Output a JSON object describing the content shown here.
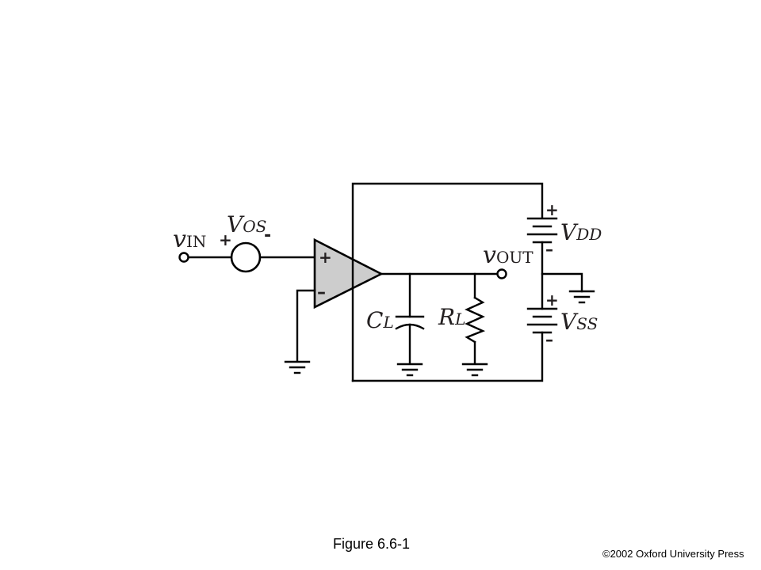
{
  "figure": {
    "caption": "Figure 6.6-1",
    "copyright": "©2002 Oxford University Press"
  },
  "labels": {
    "vin_main": "v",
    "vin_sub": "IN",
    "vos_main": "V",
    "vos_sub": "OS",
    "vos_plus": "+",
    "vos_minus": "-",
    "opamp_plus": "+",
    "opamp_minus": "–",
    "vout_main": "v",
    "vout_sub": "OUT",
    "cl_main": "C",
    "cl_sub": "L",
    "rl_main": "R",
    "rl_sub": "L",
    "vdd_main": "V",
    "vdd_sub": "DD",
    "vdd_plus": "+",
    "vdd_minus": "–",
    "vss_main": "V",
    "vss_sub": "SS",
    "vss_plus": "+",
    "vss_minus": "–"
  },
  "colors": {
    "opamp_fill": "#cdcdcd",
    "wire": "#000000"
  }
}
